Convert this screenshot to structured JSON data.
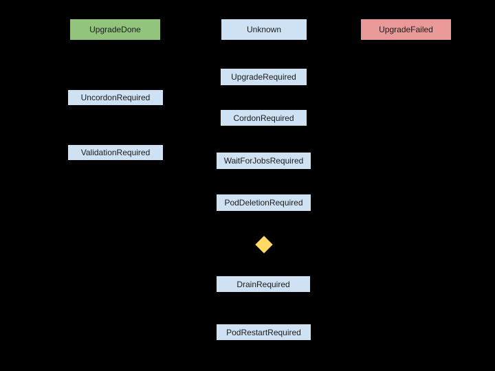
{
  "diagram": {
    "background_color": "#000000",
    "text_color": "#1a1a1a",
    "colors": {
      "done_green": "#93c47d",
      "state_blue": "#cfe2f3",
      "failed_red": "#ea9999",
      "decision_yellow": "#ffd966"
    },
    "nodes": {
      "upgrade_done": {
        "label": "UpgradeDone",
        "color": "#93c47d"
      },
      "unknown": {
        "label": "Unknown",
        "color": "#cfe2f3"
      },
      "upgrade_failed": {
        "label": "UpgradeFailed",
        "color": "#ea9999"
      },
      "upgrade_required": {
        "label": "UpgradeRequired",
        "color": "#cfe2f3"
      },
      "uncordon_required": {
        "label": "UncordonRequired",
        "color": "#cfe2f3"
      },
      "cordon_required": {
        "label": "CordonRequired",
        "color": "#cfe2f3"
      },
      "validation_required": {
        "label": "ValidationRequired",
        "color": "#cfe2f3"
      },
      "wait_for_jobs": {
        "label": "WaitForJobsRequired",
        "color": "#cfe2f3"
      },
      "pod_deletion": {
        "label": "PodDeletionRequired",
        "color": "#cfe2f3"
      },
      "decision_diamond": {
        "shape": "diamond",
        "color": "#ffd966"
      },
      "drain_required": {
        "label": "DrainRequired",
        "color": "#cfe2f3"
      },
      "pod_restart": {
        "label": "PodRestartRequired",
        "color": "#cfe2f3"
      }
    }
  }
}
